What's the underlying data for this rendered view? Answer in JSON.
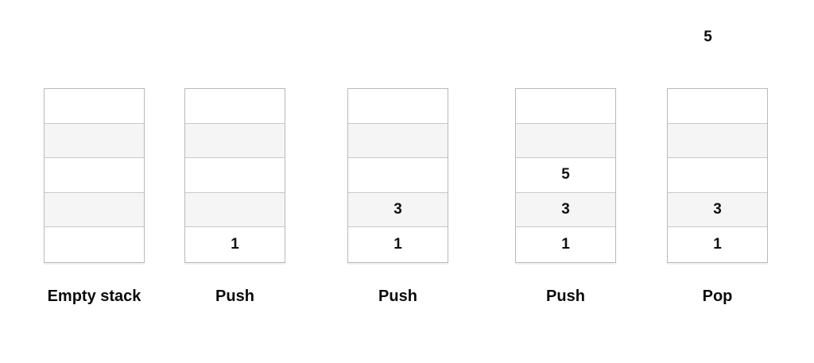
{
  "diagram": {
    "description": "Stack push/pop sequence",
    "popped_value": "5",
    "colors": {
      "cell_alt_bg": "#f5f5f5",
      "cell_border": "#c9c9c9",
      "outer_border": "#b9b9b9",
      "text": "#111111"
    },
    "stacks": [
      {
        "label": "Empty stack",
        "cells": [
          "",
          "",
          "",
          "",
          ""
        ]
      },
      {
        "label": "Push",
        "cells": [
          "",
          "",
          "",
          "",
          "1"
        ]
      },
      {
        "label": "Push",
        "cells": [
          "",
          "",
          "",
          "3",
          "1"
        ]
      },
      {
        "label": "Push",
        "cells": [
          "",
          "",
          "5",
          "3",
          "1"
        ]
      },
      {
        "label": "Pop",
        "cells": [
          "",
          "",
          "",
          "3",
          "1"
        ]
      }
    ]
  }
}
